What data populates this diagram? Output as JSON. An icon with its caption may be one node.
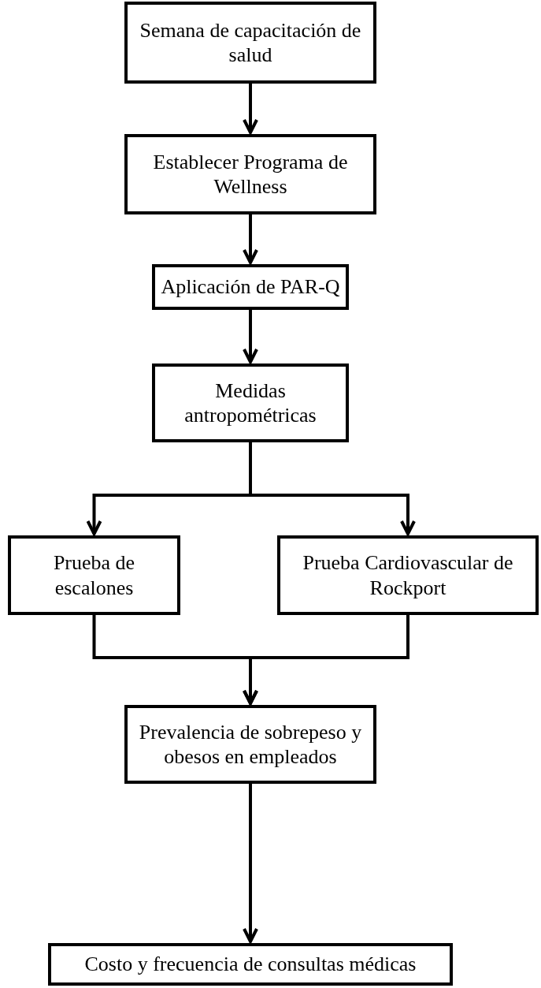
{
  "diagram": {
    "nodes": [
      {
        "text": [
          "Semana de capacitación de salud"
        ]
      },
      {
        "text": [
          "Establecer Programa de Wellness"
        ]
      },
      {
        "text": [
          "Aplicación de PAR-Q"
        ]
      },
      {
        "text": [
          "Medidas antropométricas"
        ]
      },
      {
        "text": [
          "Prueba de escalones"
        ]
      },
      {
        "text": [
          "Prueba Cardiovascular de Rockport"
        ]
      },
      {
        "text": [
          "Prevalencia de sobrepeso y obesos en empleados"
        ]
      },
      {
        "text": [
          "Costo y frecuencia de consultas médicas"
        ]
      }
    ],
    "edges": [
      {
        "from": 0,
        "to": 1,
        "arrow": "to"
      },
      {
        "from": 1,
        "to": 2,
        "arrow": "to"
      },
      {
        "from": 2,
        "to": 3,
        "arrow": "to"
      },
      {
        "from": 3,
        "to": 4,
        "arrow": "to"
      },
      {
        "from": 3,
        "to": 5,
        "arrow": "to"
      },
      {
        "from": 4,
        "to": 6,
        "arrow": "to"
      },
      {
        "from": 5,
        "to": 6,
        "arrow": "to"
      },
      {
        "from": 6,
        "to": 7,
        "arrow": "to"
      }
    ]
  }
}
